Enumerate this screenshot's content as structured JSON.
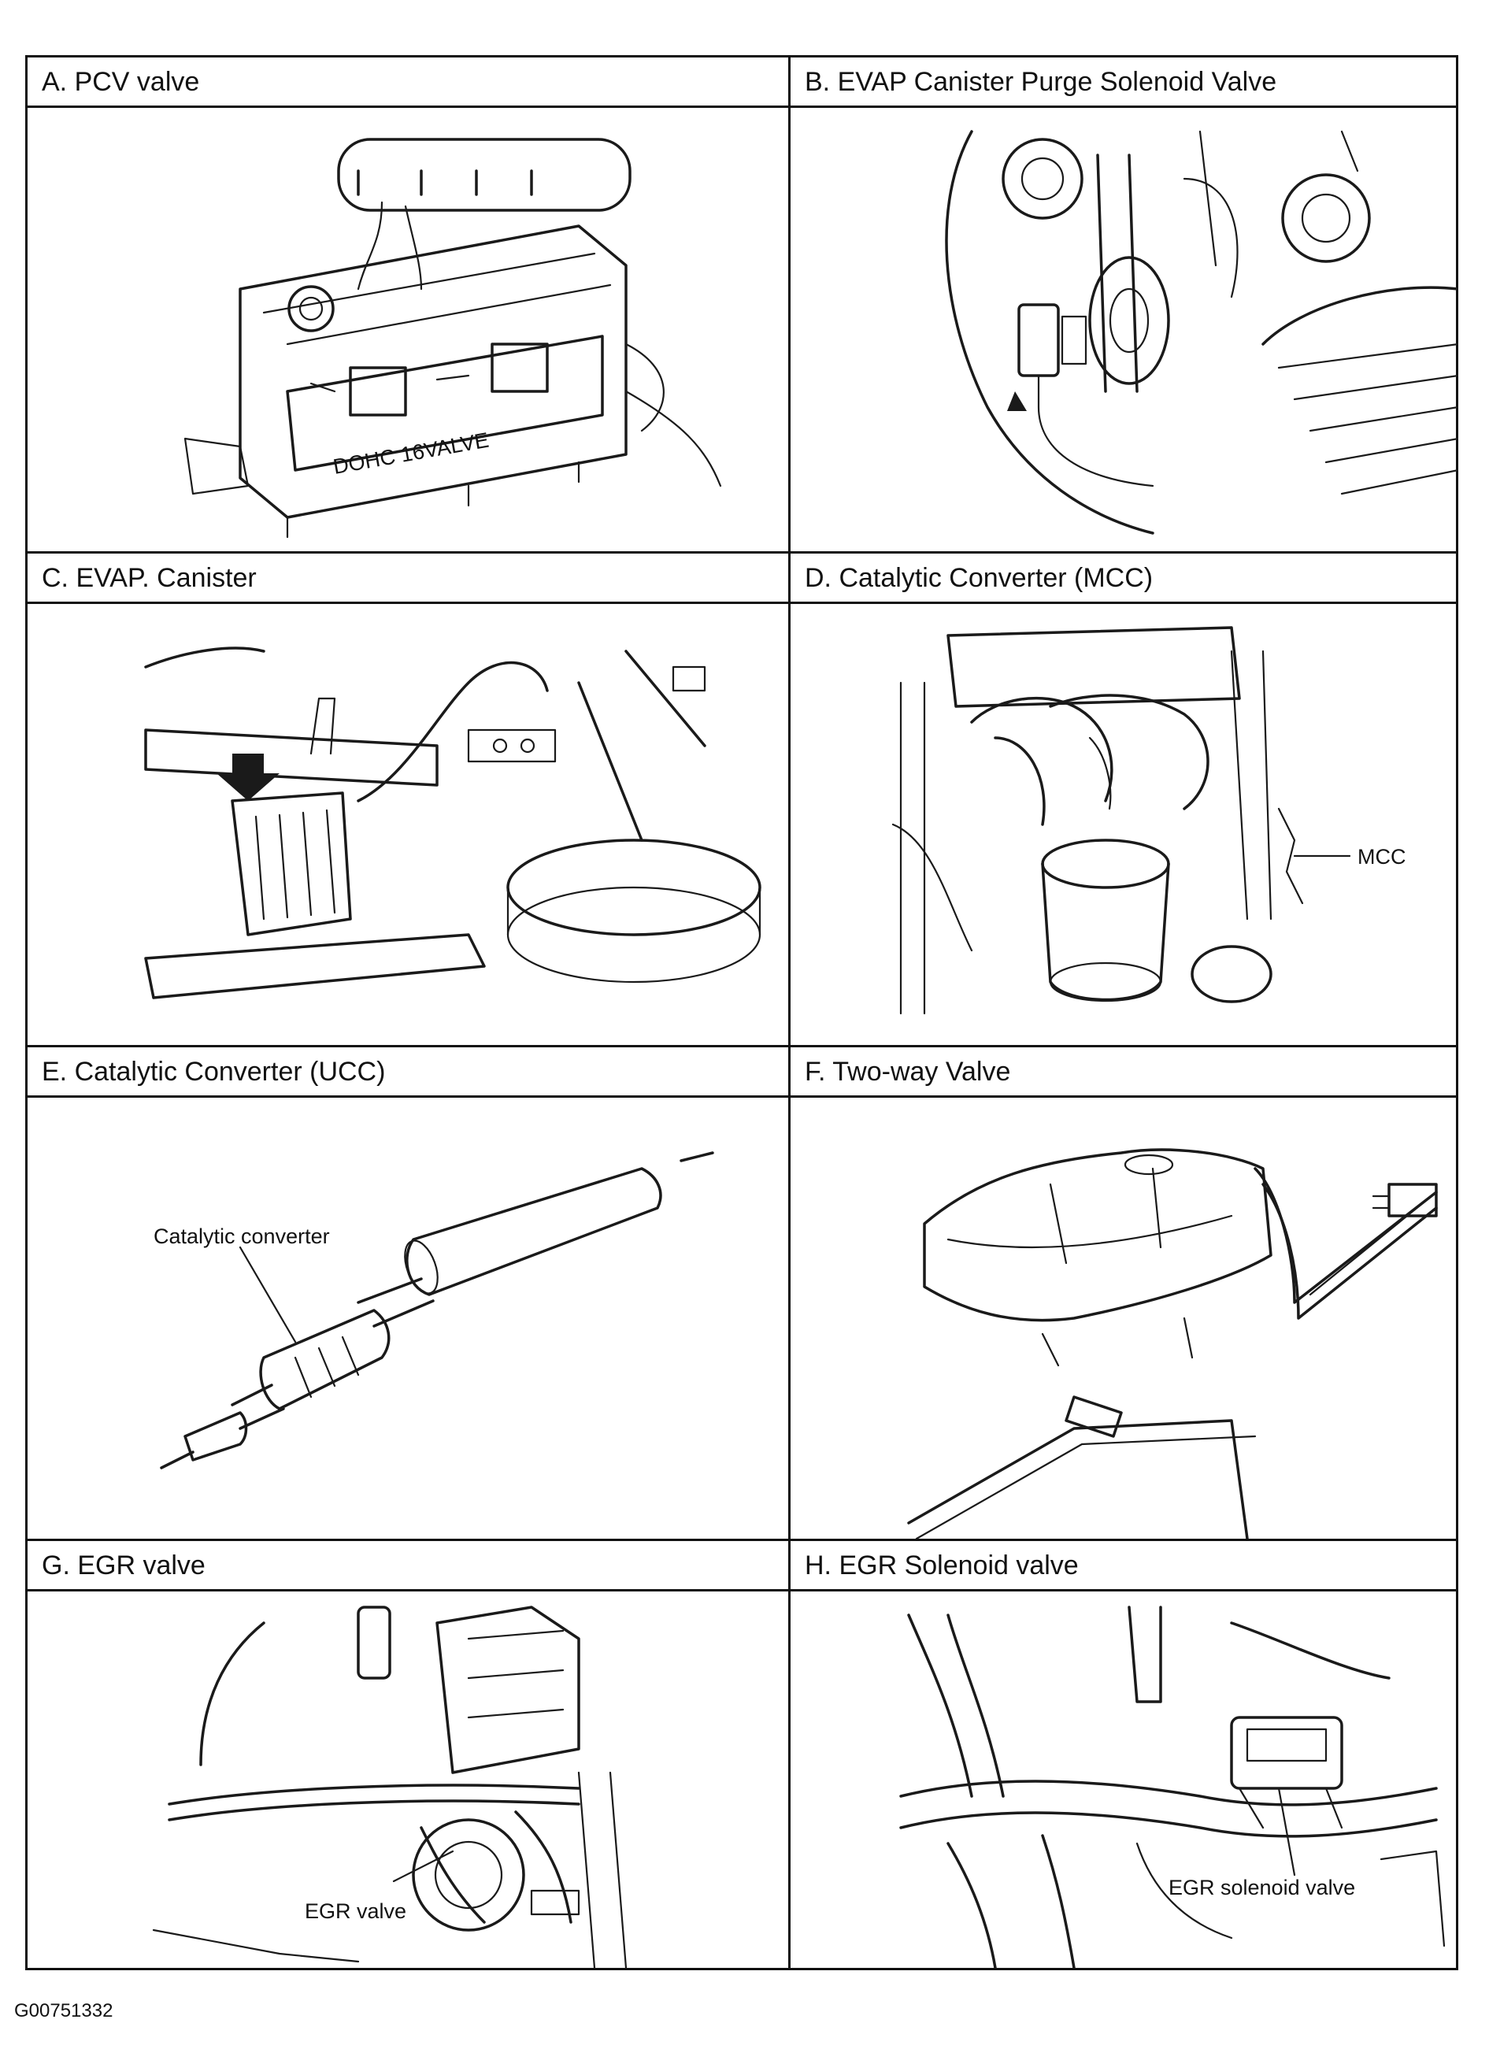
{
  "panels": [
    {
      "id": "A",
      "title": "A. PCV valve"
    },
    {
      "id": "B",
      "title": "B. EVAP Canister Purge Solenoid Valve"
    },
    {
      "id": "C",
      "title": "C. EVAP. Canister"
    },
    {
      "id": "D",
      "title": "D. Catalytic Converter (MCC)",
      "callout": "MCC"
    },
    {
      "id": "E",
      "title": "E. Catalytic Converter (UCC)",
      "callout": "Catalytic converter"
    },
    {
      "id": "F",
      "title": "F. Two-way Valve"
    },
    {
      "id": "G",
      "title": "G. EGR valve",
      "callout": "EGR valve"
    },
    {
      "id": "H",
      "title": "H. EGR Solenoid valve",
      "callout": "EGR solenoid valve"
    }
  ],
  "engine_marking": "DOHC 16VALVE",
  "figure_code": "G00751332"
}
